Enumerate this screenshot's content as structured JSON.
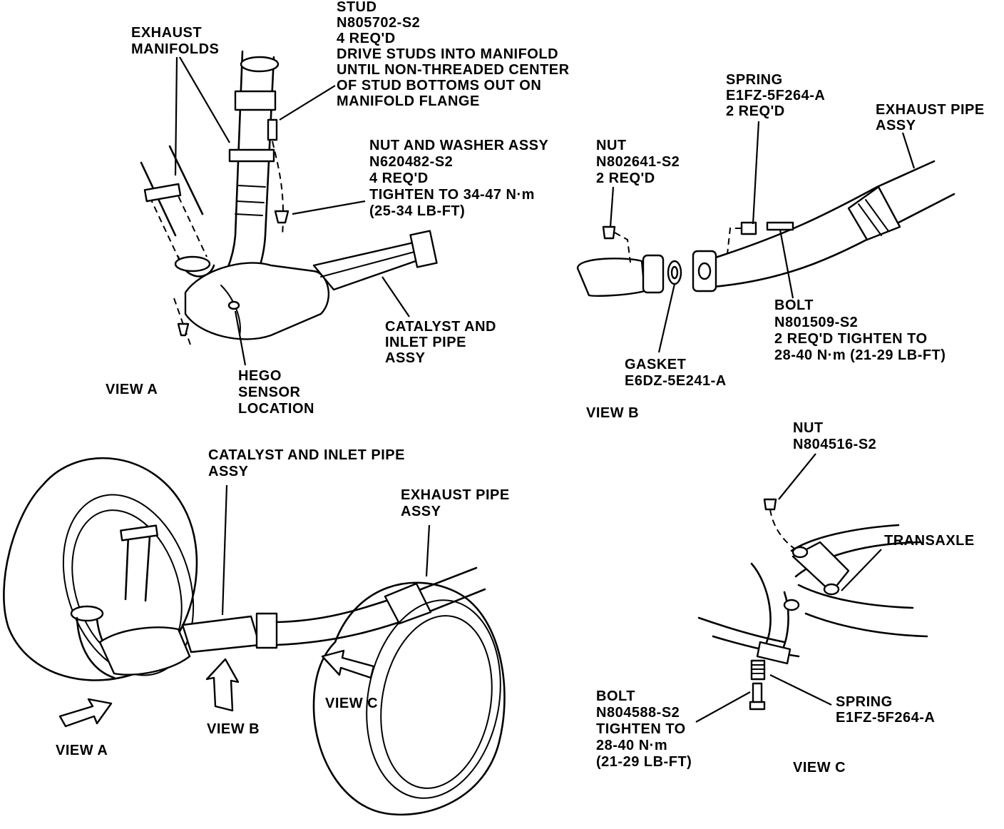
{
  "views": {
    "view_a": {
      "title": "VIEW A",
      "exhaust_manifolds": [
        "EXHAUST",
        "MANIFOLDS"
      ],
      "stud": [
        "STUD",
        "N805702-S2",
        "4 REQ'D",
        "DRIVE STUDS INTO MANIFOLD",
        "UNTIL NON-THREADED CENTER",
        "OF STUD BOTTOMS OUT ON",
        "MANIFOLD FLANGE"
      ],
      "nut_washer": [
        "NUT AND WASHER ASSY",
        "N620482-S2",
        "4 REQ'D",
        "TIGHTEN TO 34-47 N·m",
        "(25-34 LB-FT)"
      ],
      "catalyst": [
        "CATALYST AND",
        "INLET PIPE",
        "ASSY"
      ],
      "hego": [
        "HEGO",
        "SENSOR",
        "LOCATION"
      ]
    },
    "view_b": {
      "title": "VIEW B",
      "nut": [
        "NUT",
        "N802641-S2",
        "2 REQ'D"
      ],
      "spring": [
        "SPRING",
        "E1FZ-5F264-A",
        "2 REQ'D"
      ],
      "exhaust_pipe": [
        "EXHAUST PIPE",
        "ASSY"
      ],
      "bolt": [
        "BOLT",
        "N801509-S2",
        "2 REQ'D TIGHTEN TO",
        "28-40 N·m (21-29 LB-FT)"
      ],
      "gasket": [
        "GASKET",
        "E6DZ-5E241-A"
      ]
    },
    "overview": {
      "catalyst": [
        "CATALYST AND INLET PIPE",
        "ASSY"
      ],
      "exhaust_pipe": [
        "EXHAUST PIPE",
        "ASSY"
      ],
      "arrow_a": "VIEW A",
      "arrow_b": "VIEW B",
      "arrow_c": "VIEW C"
    },
    "view_c": {
      "title": "VIEW C",
      "nut": [
        "NUT",
        "N804516-S2"
      ],
      "transaxle": "TRANSAXLE",
      "bolt": [
        "BOLT",
        "N804588-S2",
        "TIGHTEN TO",
        "28-40 N·m",
        "(21-29 LB-FT)"
      ],
      "spring": [
        "SPRING",
        "E1FZ-5F264-A"
      ]
    }
  }
}
